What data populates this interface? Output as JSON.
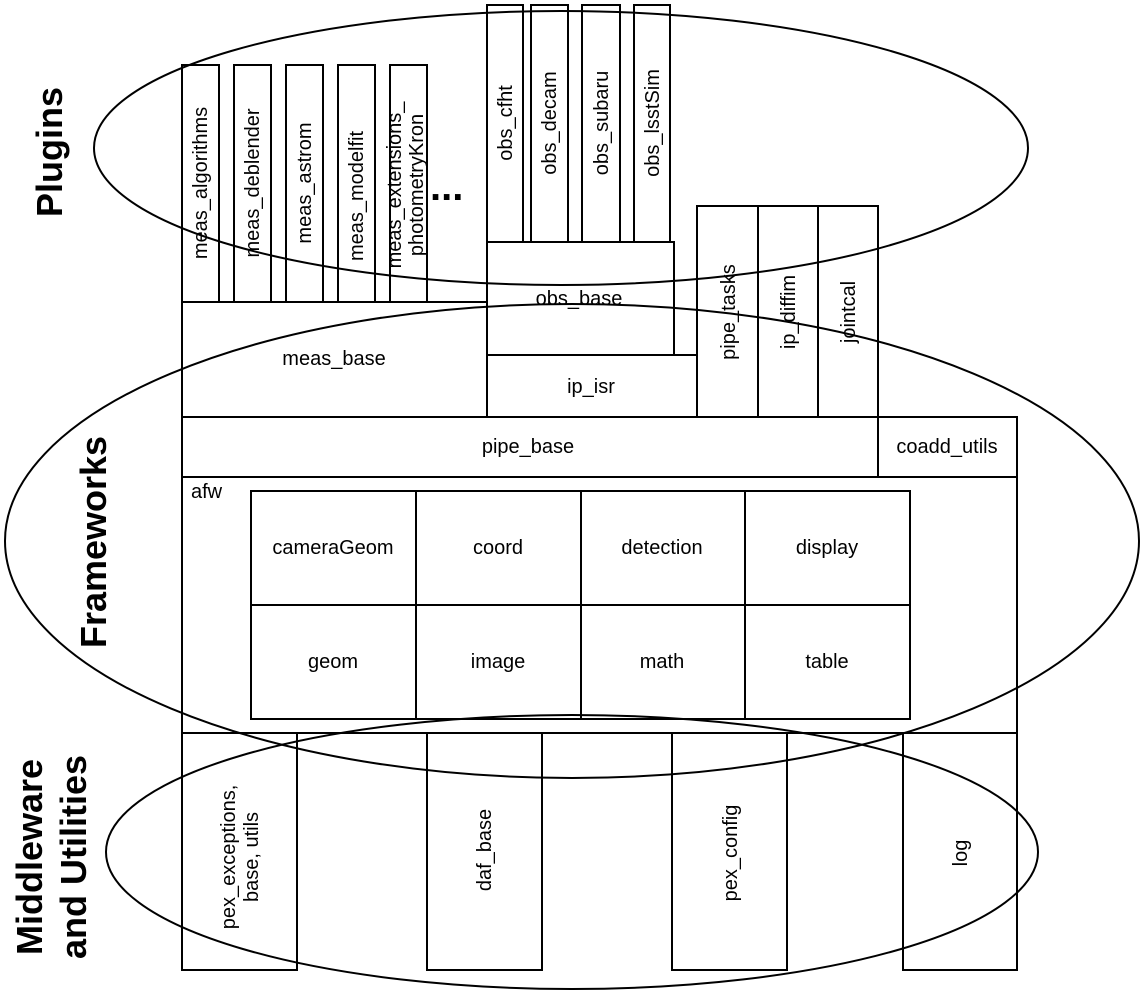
{
  "sections": {
    "plugins": "Plugins",
    "frameworks": "Frameworks",
    "middleware_line1": "Middleware",
    "middleware_line2": "and Utilities"
  },
  "plugins": {
    "meas": [
      "meas_algorithms",
      "meas_deblender",
      "meas_astrom",
      "meas_modelfit"
    ],
    "meas_ext_line1": "meas_extensions_",
    "meas_ext_line2": "photometryKron",
    "ellipsis": "...",
    "obs": [
      "obs_cfht",
      "obs_decam",
      "obs_subaru",
      "obs_lsstSim"
    ]
  },
  "frameworks": {
    "meas_base": "meas_base",
    "obs_base": "obs_base",
    "ip_isr": "ip_isr",
    "pipe_tasks": "pipe_tasks",
    "ip_diffim": "ip_diffim",
    "jointcal": "jointcal",
    "pipe_base": "pipe_base",
    "coadd_utils": "coadd_utils",
    "afw": "afw",
    "afw_modules": [
      "cameraGeom",
      "coord",
      "detection",
      "display",
      "geom",
      "image",
      "math",
      "table"
    ]
  },
  "middleware": {
    "pex_line1": "pex_exceptions,",
    "pex_line2": "base, utils",
    "daf_base": "daf_base",
    "pex_config": "pex_config",
    "log": "log"
  }
}
